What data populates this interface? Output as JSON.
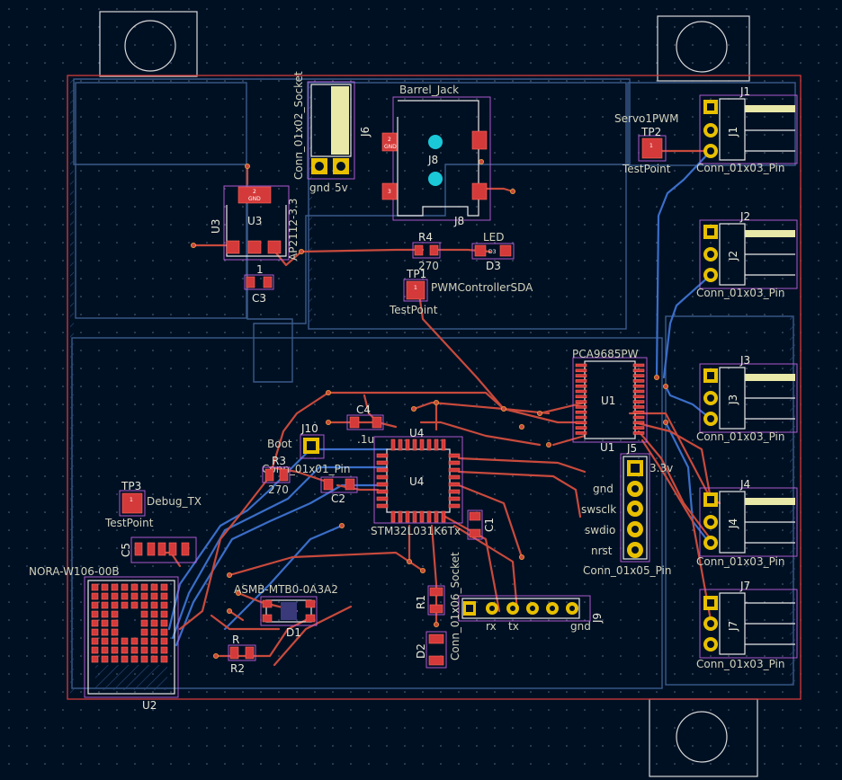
{
  "components": {
    "j1": {
      "ref": "J1",
      "value": "Conn_01x03_Pin"
    },
    "j2": {
      "ref": "J2",
      "value": "Conn_01x03_Pin"
    },
    "j3": {
      "ref": "J3",
      "value": "Conn_01x03_Pin"
    },
    "j4": {
      "ref": "J4",
      "value": "Conn_01x03_Pin"
    },
    "j7": {
      "ref": "J7",
      "value": "Conn_01x03_Pin"
    },
    "j5": {
      "ref": "J5",
      "value": "Conn_01x05_Pin",
      "pins": [
        "3.3v",
        "gnd",
        "swsclk",
        "swdio",
        "nrst"
      ]
    },
    "j6": {
      "ref": "J6",
      "value": "Conn_01x02_Socket",
      "pins": [
        "gnd",
        "5v"
      ]
    },
    "j8": {
      "ref": "J8",
      "value": "Barrel_Jack"
    },
    "j9": {
      "ref": "J9",
      "value": "Conn_01x06_Socket",
      "pins": [
        "rx",
        "tx",
        "gnd"
      ]
    },
    "j10": {
      "ref": "J10",
      "value": "Conn_01x01_Pin",
      "label": "Boot"
    },
    "u1": {
      "ref": "U1",
      "value": "PCA9685PW"
    },
    "u2": {
      "ref": "U2",
      "value": "NORA-W106-00B"
    },
    "u3": {
      "ref": "U3",
      "value": "AP2112-3.3"
    },
    "u4": {
      "ref": "U4",
      "value": "STM32L031K6Tx"
    },
    "tp1": {
      "ref": "TP1",
      "label": "PWMControllerSDA",
      "value": "TestPoint"
    },
    "tp2": {
      "ref": "TP2",
      "label": "Servo1PWM",
      "value": "TestPoint"
    },
    "tp3": {
      "ref": "TP3",
      "label": "Debug_TX",
      "value": "TestPoint"
    },
    "r1": {
      "ref": "R1"
    },
    "r2": {
      "ref": "R2",
      "value": "R"
    },
    "r3": {
      "ref": "R3",
      "value": "270"
    },
    "r4": {
      "ref": "R4",
      "value": "270"
    },
    "c1": {
      "ref": "C1"
    },
    "c2": {
      "ref": "C2"
    },
    "c3": {
      "ref": "C3",
      "value": "1"
    },
    "c4": {
      "ref": "C4",
      "value": ".1u"
    },
    "c5": {
      "ref": "C5"
    },
    "d1": {
      "ref": "D1",
      "value": "ASMB-MTB0-0A3A2"
    },
    "d2": {
      "ref": "D2"
    },
    "d3": {
      "ref": "D3",
      "value": "LED"
    }
  },
  "pad_labels": {
    "gnd": "GND",
    "two": "2",
    "three": "3",
    "one": "1"
  },
  "colors": {
    "background": "#001023",
    "front_copper": "#c84a3c",
    "back_copper": "#3a6ec8",
    "silkscreen": "#e8e8e8",
    "fab": "#c060e0",
    "edge_cuts": "#d23a3a",
    "zone": "#3a5a8a"
  }
}
